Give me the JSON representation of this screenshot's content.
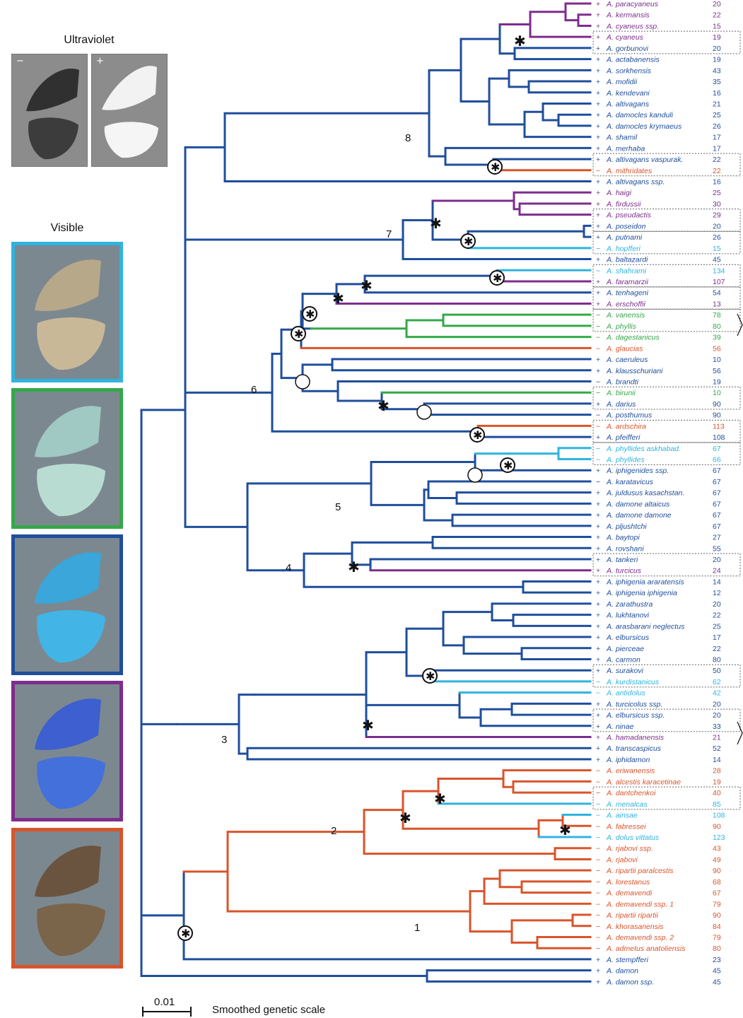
{
  "panels": {
    "ultraviolet": {
      "title": "Ultraviolet",
      "minus": "−",
      "plus": "+"
    },
    "visible": {
      "title": "Visible"
    }
  },
  "palette": {
    "blue": "#1f4e9c",
    "purple": "#7d2d8c",
    "green": "#34a84a",
    "red": "#d9542b",
    "cyan": "#2fb4de",
    "visible_box_colors": [
      "#2fb4de",
      "#34a84a",
      "#1f4e9c",
      "#7d2d8c",
      "#d9542b"
    ]
  },
  "scale_bar": {
    "value": "0.01",
    "caption": "Smoothed genetic scale"
  },
  "clade_numbers": [
    "1",
    "2",
    "3",
    "4",
    "5",
    "6",
    "7",
    "8"
  ],
  "leaves": [
    {
      "sign": "+",
      "name": "A. paracyaneus",
      "count": "20",
      "color": "purple"
    },
    {
      "sign": "+",
      "name": "A. kermansis",
      "count": "22",
      "color": "purple"
    },
    {
      "sign": "+",
      "name": "A. cyaneus ssp.",
      "count": "15",
      "color": "purple"
    },
    {
      "sign": "+",
      "name": "A. cyaneus",
      "count": "19",
      "color": "purple"
    },
    {
      "sign": "+",
      "name": "A. gorbunovi",
      "count": "20",
      "color": "blue"
    },
    {
      "sign": "+",
      "name": "A. actabanensis",
      "count": "19",
      "color": "blue"
    },
    {
      "sign": "+",
      "name": "A. sorkhensis",
      "count": "43",
      "color": "blue"
    },
    {
      "sign": "+",
      "name": "A. mofidii",
      "count": "35",
      "color": "blue"
    },
    {
      "sign": "+",
      "name": "A. kendevani",
      "count": "16",
      "color": "blue"
    },
    {
      "sign": "+",
      "name": "A. altivagans",
      "count": "21",
      "color": "blue"
    },
    {
      "sign": "+",
      "name": "A. damocles kanduli",
      "count": "25",
      "color": "blue"
    },
    {
      "sign": "+",
      "name": "A. damocles krymaeus",
      "count": "26",
      "color": "blue"
    },
    {
      "sign": "+",
      "name": "A. shamil",
      "count": "17",
      "color": "blue"
    },
    {
      "sign": "+",
      "name": "A. merhaba",
      "count": "17",
      "color": "blue"
    },
    {
      "sign": "+",
      "name": "A. altivagans vaspurak.",
      "count": "22",
      "color": "blue"
    },
    {
      "sign": "−",
      "name": "A. mithridates",
      "count": "22",
      "color": "red"
    },
    {
      "sign": "+",
      "name": "A. altivagans ssp.",
      "count": "16",
      "color": "blue"
    },
    {
      "sign": "+",
      "name": "A. haigi",
      "count": "25",
      "color": "purple"
    },
    {
      "sign": "+",
      "name": "A. firdussii",
      "count": "30",
      "color": "purple"
    },
    {
      "sign": "+",
      "name": "A. pseudactis",
      "count": "29",
      "color": "purple"
    },
    {
      "sign": "+",
      "name": "A. poseidon",
      "count": "20",
      "color": "blue"
    },
    {
      "sign": "+",
      "name": "A. putnami",
      "count": "26",
      "color": "blue"
    },
    {
      "sign": "−",
      "name": "A. hopfferi",
      "count": "15",
      "color": "cyan"
    },
    {
      "sign": "+",
      "name": "A. baltazardi",
      "count": "45",
      "color": "blue"
    },
    {
      "sign": "−",
      "name": "A. shahrami",
      "count": "134",
      "color": "cyan"
    },
    {
      "sign": "+",
      "name": "A. faramarzii",
      "count": "107",
      "color": "purple"
    },
    {
      "sign": "+",
      "name": "A. tenhageni",
      "count": "54",
      "color": "blue"
    },
    {
      "sign": "+",
      "name": "A. erschoffii",
      "count": "13",
      "color": "purple"
    },
    {
      "sign": "−",
      "name": "A. vanensis",
      "count": "78",
      "color": "green"
    },
    {
      "sign": "−",
      "name": "A. phyllis",
      "count": "80",
      "color": "green"
    },
    {
      "sign": "−",
      "name": "A. dagestanicus",
      "count": "39",
      "color": "green"
    },
    {
      "sign": "−",
      "name": "A. glaucias",
      "count": "56",
      "color": "red"
    },
    {
      "sign": "+",
      "name": "A. caeruleus",
      "count": "10",
      "color": "blue"
    },
    {
      "sign": "+",
      "name": "A. klausschuriani",
      "count": "56",
      "color": "blue"
    },
    {
      "sign": "−",
      "name": "A. brandti",
      "count": "19",
      "color": "blue"
    },
    {
      "sign": "−",
      "name": "A. birunii",
      "count": "10",
      "color": "green"
    },
    {
      "sign": "+",
      "name": "A. darius",
      "count": "90",
      "color": "blue"
    },
    {
      "sign": "−",
      "name": "A. posthumus",
      "count": "90",
      "color": "blue"
    },
    {
      "sign": "−",
      "name": "A. ardschira",
      "count": "113",
      "color": "red"
    },
    {
      "sign": "+",
      "name": "A. pfeifferi",
      "count": "108",
      "color": "blue"
    },
    {
      "sign": "−",
      "name": "A. phyllides askhabad.",
      "count": "67",
      "color": "cyan"
    },
    {
      "sign": "−",
      "name": "A. phyllides",
      "count": "66",
      "color": "cyan"
    },
    {
      "sign": "+",
      "name": "A. iphigenides ssp.",
      "count": "67",
      "color": "blue"
    },
    {
      "sign": "−",
      "name": "A. karatavicus",
      "count": "67",
      "color": "blue"
    },
    {
      "sign": "+",
      "name": "A. juldusus kasachstan.",
      "count": "67",
      "color": "blue"
    },
    {
      "sign": "+",
      "name": "A. damone altaicus",
      "count": "67",
      "color": "blue"
    },
    {
      "sign": "+",
      "name": "A. damone damone",
      "count": "67",
      "color": "blue"
    },
    {
      "sign": "+",
      "name": "A. pljushtchi",
      "count": "67",
      "color": "blue"
    },
    {
      "sign": "+",
      "name": "A. baytopi",
      "count": "27",
      "color": "blue"
    },
    {
      "sign": "+",
      "name": "A. rovshani",
      "count": "55",
      "color": "blue"
    },
    {
      "sign": "+",
      "name": "A. tankeri",
      "count": "20",
      "color": "blue"
    },
    {
      "sign": "+",
      "name": "A. turcicus",
      "count": "24",
      "color": "purple"
    },
    {
      "sign": "+",
      "name": "A. iphigenia araratensis",
      "count": "14",
      "color": "blue"
    },
    {
      "sign": "+",
      "name": "A. iphigenia iphigenia",
      "count": "12",
      "color": "blue"
    },
    {
      "sign": "+",
      "name": "A. zarathustra",
      "count": "20",
      "color": "blue"
    },
    {
      "sign": "+",
      "name": "A. lukhtanovi",
      "count": "22",
      "color": "blue"
    },
    {
      "sign": "+",
      "name": "A. arasbarani neglectus",
      "count": "25",
      "color": "blue"
    },
    {
      "sign": "+",
      "name": "A. elbursicus",
      "count": "17",
      "color": "blue"
    },
    {
      "sign": "+",
      "name": "A. pierceae",
      "count": "22",
      "color": "blue"
    },
    {
      "sign": "+",
      "name": "A. carmon",
      "count": "80",
      "color": "blue"
    },
    {
      "sign": "+",
      "name": "A. surakovi",
      "count": "50",
      "color": "blue"
    },
    {
      "sign": "−",
      "name": "A. kurdistanicus",
      "count": "62",
      "color": "cyan"
    },
    {
      "sign": "−",
      "name": "A. antidolus",
      "count": "42",
      "color": "cyan"
    },
    {
      "sign": "+",
      "name": "A. turcicolus ssp.",
      "count": "20",
      "color": "blue"
    },
    {
      "sign": "+",
      "name": "A. elbursicus ssp.",
      "count": "20",
      "color": "blue"
    },
    {
      "sign": "+",
      "name": "A. ninae",
      "count": "33",
      "color": "blue"
    },
    {
      "sign": "+",
      "name": "A. hamadanensis",
      "count": "21",
      "color": "purple"
    },
    {
      "sign": "+",
      "name": "A. transcaspicus",
      "count": "52",
      "color": "blue"
    },
    {
      "sign": "+",
      "name": "A. iphidamon",
      "count": "14",
      "color": "blue"
    },
    {
      "sign": "−",
      "name": "A. eriwanensis",
      "count": "28",
      "color": "red"
    },
    {
      "sign": "−",
      "name": "A. alcestis karacetinae",
      "count": "19",
      "color": "red"
    },
    {
      "sign": "−",
      "name": "A. dantchenkoi",
      "count": "40",
      "color": "red"
    },
    {
      "sign": "−",
      "name": "A. menalcas",
      "count": "85",
      "color": "cyan"
    },
    {
      "sign": "−",
      "name": "A. ainsae",
      "count": "108",
      "color": "cyan"
    },
    {
      "sign": "−",
      "name": "A. fabressei",
      "count": "90",
      "color": "red"
    },
    {
      "sign": "−",
      "name": "A. dolus vittatus",
      "count": "123",
      "color": "cyan"
    },
    {
      "sign": "−",
      "name": "A. rjabovi ssp.",
      "count": "43",
      "color": "red"
    },
    {
      "sign": "−",
      "name": "A. rjabovi",
      "count": "49",
      "color": "red"
    },
    {
      "sign": "−",
      "name": "A. ripartii paralcestis",
      "count": "90",
      "color": "red"
    },
    {
      "sign": "−",
      "name": "A. lorestanus",
      "count": "68",
      "color": "red"
    },
    {
      "sign": "−",
      "name": "A. demavendi",
      "count": "67",
      "color": "red"
    },
    {
      "sign": "−",
      "name": "A. demavendi ssp. 1",
      "count": "79",
      "color": "red"
    },
    {
      "sign": "−",
      "name": "A. ripartii ripartii",
      "count": "90",
      "color": "red"
    },
    {
      "sign": "−",
      "name": "A. khorasanensis",
      "count": "84",
      "color": "red"
    },
    {
      "sign": "−",
      "name": "A. demavendi ssp. 2",
      "count": "79",
      "color": "red"
    },
    {
      "sign": "−",
      "name": "A. admetus anatoliensis",
      "count": "80",
      "color": "red"
    },
    {
      "sign": "+",
      "name": "A. stempfferi",
      "count": "23",
      "color": "blue"
    },
    {
      "sign": "+",
      "name": "A. damon",
      "count": "45",
      "color": "blue"
    },
    {
      "sign": "+",
      "name": "A. damon ssp.",
      "count": "45",
      "color": "blue"
    }
  ],
  "boxed_pairs": [
    [
      3,
      4
    ],
    [
      14,
      15
    ],
    [
      19,
      20
    ],
    [
      21,
      22
    ],
    [
      24,
      25
    ],
    [
      26,
      27
    ],
    [
      28,
      29
    ],
    [
      35,
      36
    ],
    [
      38,
      39
    ],
    [
      40,
      41
    ],
    [
      50,
      51
    ],
    [
      60,
      61
    ],
    [
      64,
      65
    ],
    [
      71,
      72
    ]
  ]
}
